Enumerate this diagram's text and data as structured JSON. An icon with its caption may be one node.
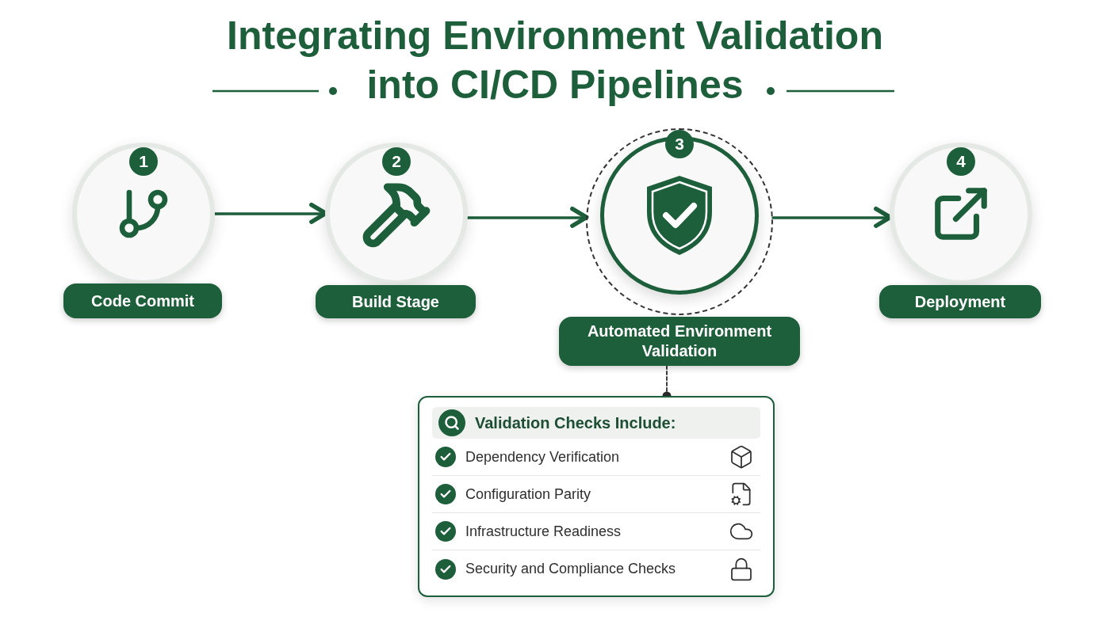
{
  "diagram": {
    "title": "Integrating Environment Validation into CI/CD Pipelines",
    "nodes": [
      {
        "text": [
          "1"
        ]
      },
      {
        "text": [
          "Code Commit"
        ]
      },
      {
        "text": [
          "2"
        ]
      },
      {
        "text": [
          "Build Stage"
        ]
      },
      {
        "text": [
          "3"
        ]
      },
      {
        "text": [
          "Automated Environment Validation"
        ]
      },
      {
        "text": [
          "4"
        ]
      },
      {
        "text": [
          "Deployment"
        ]
      },
      {
        "text": [
          "Validation Checks Include:"
        ]
      }
    ],
    "edges": [
      {
        "from": 0,
        "to": 2,
        "arrow": "to"
      },
      {
        "from": 2,
        "to": 4,
        "arrow": "to"
      },
      {
        "from": 4,
        "to": 6,
        "arrow": "to"
      },
      {
        "from": 5,
        "to": 8,
        "arrow": "other",
        "style": "dashed",
        "color": "#2b2b2b"
      }
    ],
    "labels": [
      "Dependency Verification",
      "Configuration Parity",
      "Infrastructure Readiness",
      "Security and Compliance Checks"
    ]
  }
}
